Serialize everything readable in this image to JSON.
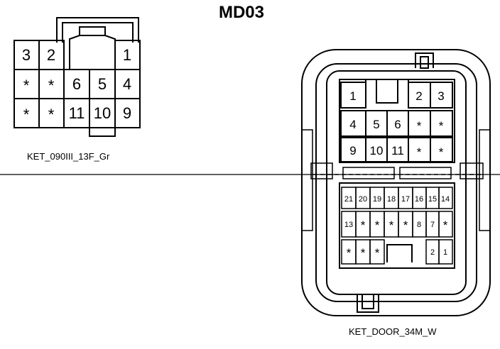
{
  "title": "MD03",
  "connector_left": {
    "caption": "KET_090III_13F_Gr",
    "pins": [
      "3",
      "2",
      "1",
      "*",
      "*",
      "6",
      "5",
      "4",
      "*",
      "*",
      "11",
      "10",
      "9"
    ]
  },
  "connector_right": {
    "caption": "KET_DOOR_34M_W",
    "upper_pins": [
      "1",
      "2",
      "3",
      "4",
      "5",
      "6",
      "*",
      "*",
      "9",
      "10",
      "11",
      "*",
      "*"
    ],
    "lower_pins": [
      "21",
      "20",
      "19",
      "18",
      "17",
      "16",
      "15",
      "14",
      "13",
      "*",
      "*",
      "*",
      "*",
      "8",
      "7",
      "*",
      "*",
      "*",
      "*",
      "2",
      "1"
    ]
  }
}
